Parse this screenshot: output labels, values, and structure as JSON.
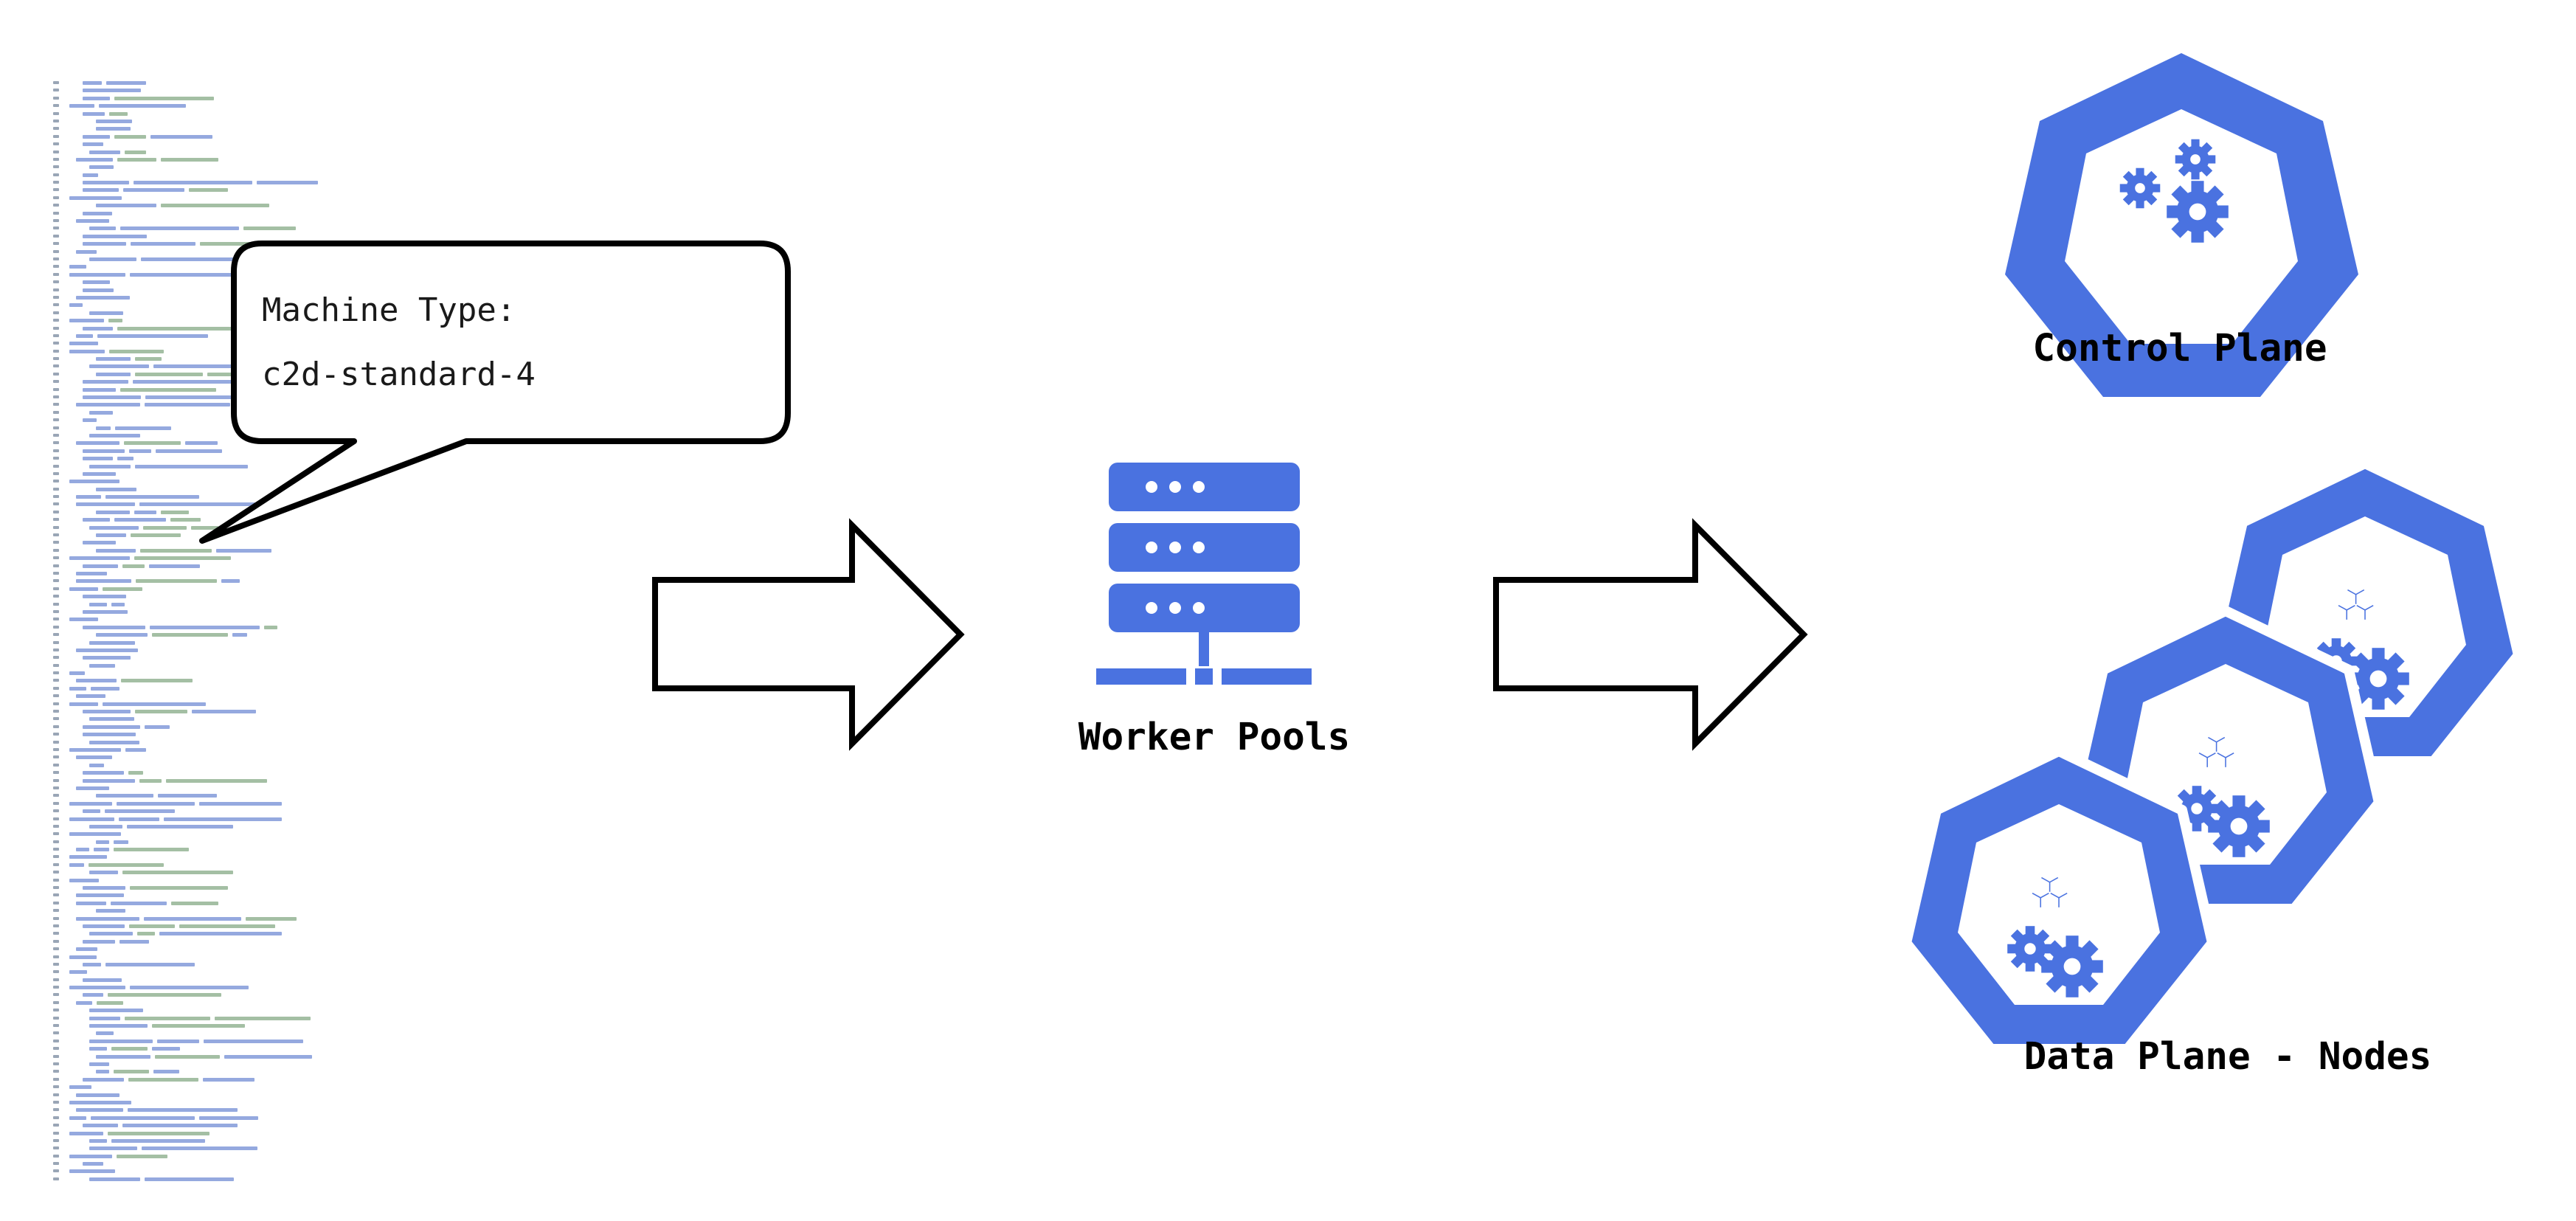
{
  "callout": {
    "line1": "Machine Type:",
    "line2": "c2d-standard-4"
  },
  "nodes": {
    "worker_pools": "Worker Pools",
    "control_plane": "Control Plane",
    "data_plane": "Data Plane - Nodes"
  },
  "colors": {
    "k8s_blue": "#4a72e0",
    "outline": "#000000",
    "code_keyword": "#3e62c4",
    "code_text": "#5a8a5a"
  },
  "icons": {
    "code": "yaml-code-icon",
    "worker": "server-rack-icon",
    "control": "k8s-control-plane-icon",
    "data": "k8s-node-icon"
  }
}
